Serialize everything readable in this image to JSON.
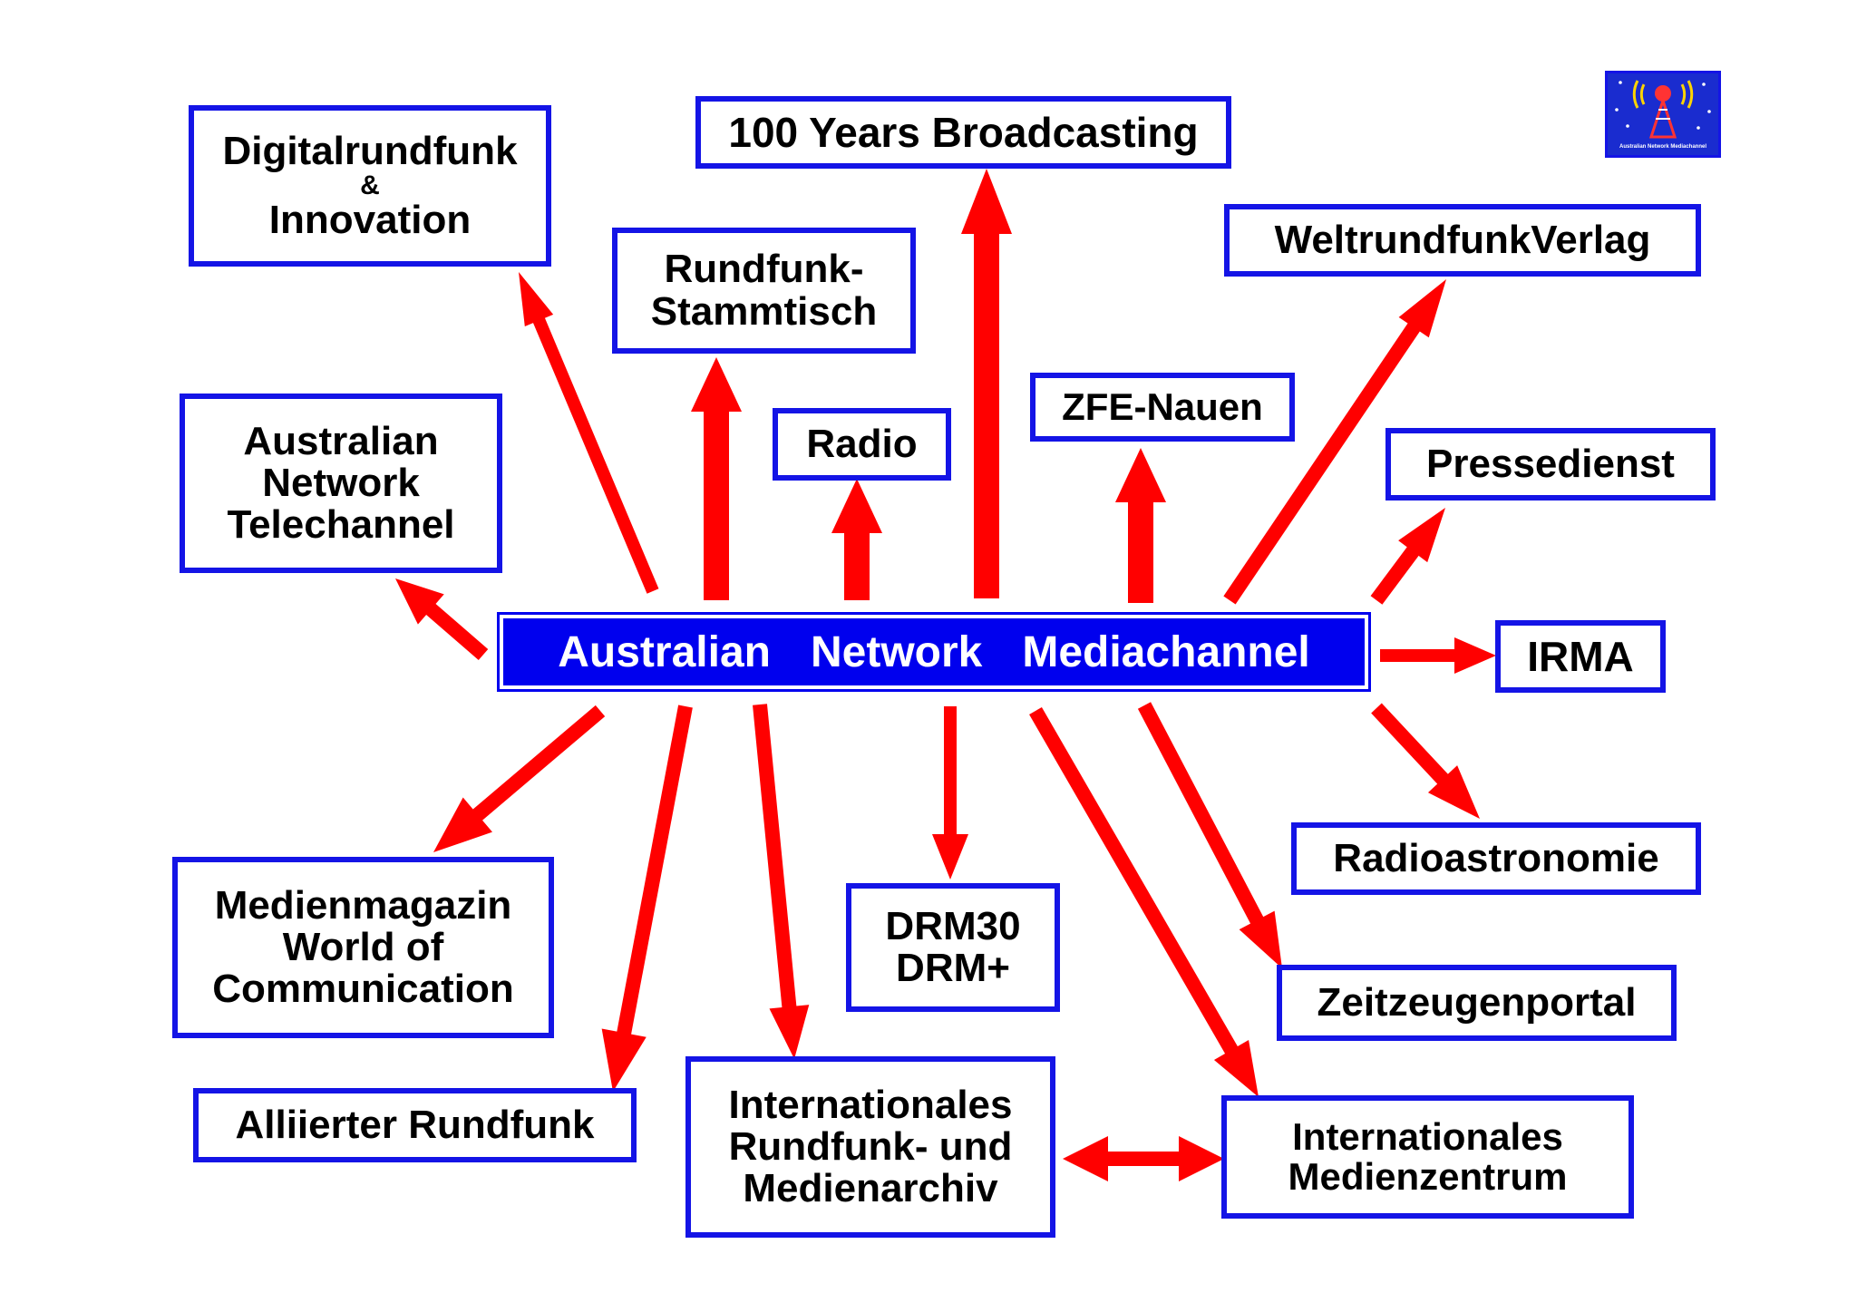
{
  "center": {
    "words": [
      "Australian",
      "Network",
      "Mediachannel"
    ]
  },
  "nodes": {
    "digitalrundfunk": {
      "lines": [
        "Digitalrundfunk",
        "&",
        "Innovation"
      ]
    },
    "years100": {
      "lines": [
        "100 Years Broadcasting"
      ]
    },
    "rundfunk_stammtisch": {
      "lines": [
        "Rundfunk-",
        "Stammtisch"
      ]
    },
    "radio": {
      "lines": [
        "Radio"
      ]
    },
    "zfe_nauen": {
      "lines": [
        "ZFE-Nauen"
      ]
    },
    "weltrundfunkverlag": {
      "lines": [
        "WeltrundfunkVerlag"
      ]
    },
    "pressedienst": {
      "lines": [
        "Pressedienst"
      ]
    },
    "irma": {
      "lines": [
        "IRMA"
      ]
    },
    "telechannel": {
      "lines": [
        "Australian",
        "Network",
        "Telechannel"
      ]
    },
    "radioastronomie": {
      "lines": [
        "Radioastronomie"
      ]
    },
    "zeitzeugenportal": {
      "lines": [
        "Zeitzeugenportal"
      ]
    },
    "medienmagazin": {
      "lines": [
        "Medienmagazin",
        "World of",
        "Communication"
      ]
    },
    "drm": {
      "lines": [
        "DRM30",
        "DRM+"
      ]
    },
    "alliierter": {
      "lines": [
        "Alliierter Rundfunk"
      ]
    },
    "archiv": {
      "lines": [
        "Internationales",
        "Rundfunk- und",
        "Medienarchiv"
      ]
    },
    "medienzentrum": {
      "lines": [
        "Internationales",
        "Medienzentrum"
      ]
    }
  },
  "logo": {
    "text": "Australian Network Mediachannel",
    "icon": "radio-tower-icon"
  },
  "colors": {
    "arrow": "#ff0000",
    "border": "#1414e6",
    "center_fill": "#0000ee"
  }
}
